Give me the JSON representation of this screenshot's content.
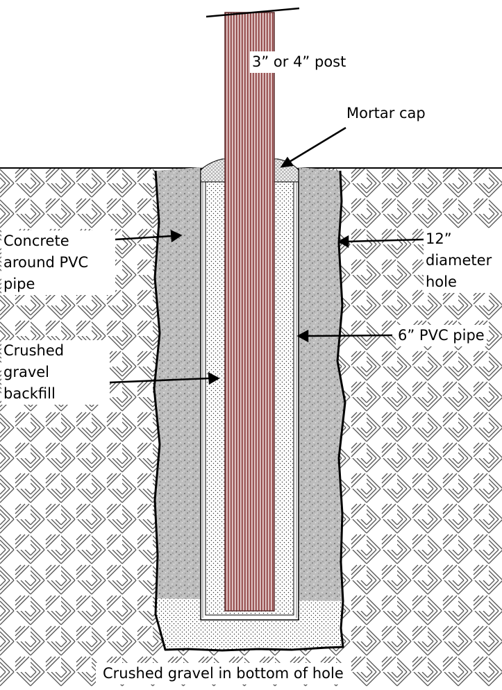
{
  "diagram": {
    "labels": {
      "post": "3” or 4” post",
      "mortar_cap": "Mortar cap",
      "concrete": [
        "Concrete",
        "around PVC",
        "pipe"
      ],
      "hole": [
        "12”",
        "diameter",
        "hole"
      ],
      "pvc_pipe": "6” PVC pipe",
      "gravel_backfill": [
        "Crushed",
        "gravel",
        "backfill"
      ],
      "gravel_bottom": "Crushed gravel in bottom of hole"
    },
    "colors": {
      "soil_hatch": "#555555",
      "concrete_base": "#b9b9b9",
      "post_stripe": "#8a3a3a",
      "post_base": "#d9b8b8",
      "gravel_dots": "#333333",
      "outline": "#000000"
    }
  }
}
